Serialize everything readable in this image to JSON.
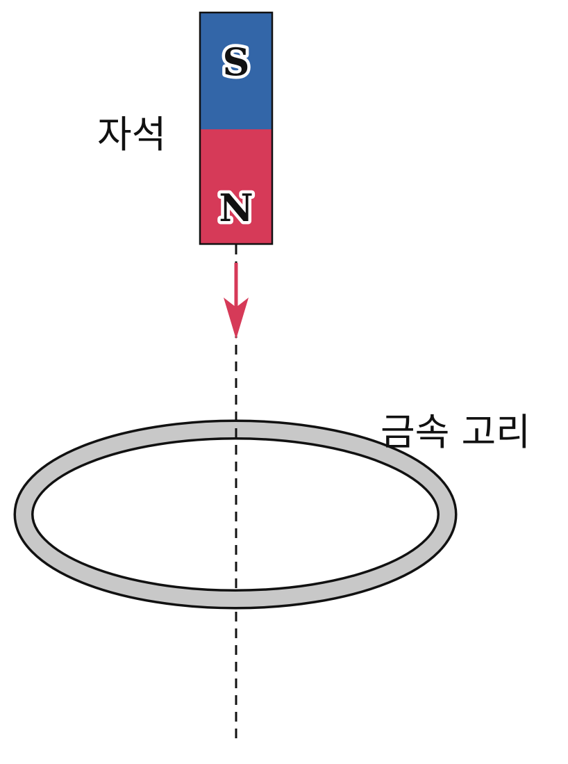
{
  "magnet": {
    "label": "자석",
    "south_label": "S",
    "north_label": "N",
    "south_color": "#3366a8",
    "north_color": "#d63a58"
  },
  "ring": {
    "label": "금속 고리",
    "color": "#c8c8c8"
  },
  "arrow": {
    "direction": "down",
    "color": "#d63a58"
  }
}
